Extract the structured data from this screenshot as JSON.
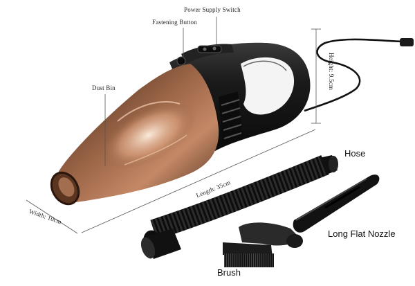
{
  "labels": {
    "power_switch": "Power Supply Switch",
    "fastening_button": "Fastening Button",
    "dust_bin": "Dust Bin",
    "height": "Height: 9.5cm",
    "length": "Length: 35cm",
    "width": "Width: 10cm",
    "hose": "Hose",
    "long_flat_nozzle": "Long Flat Nozzle",
    "brush": "Brush"
  },
  "colors": {
    "body_black": "#151515",
    "bin_copper": "#8a5a3c",
    "bin_highlight": "#e9b894",
    "leader_line": "#555555"
  }
}
